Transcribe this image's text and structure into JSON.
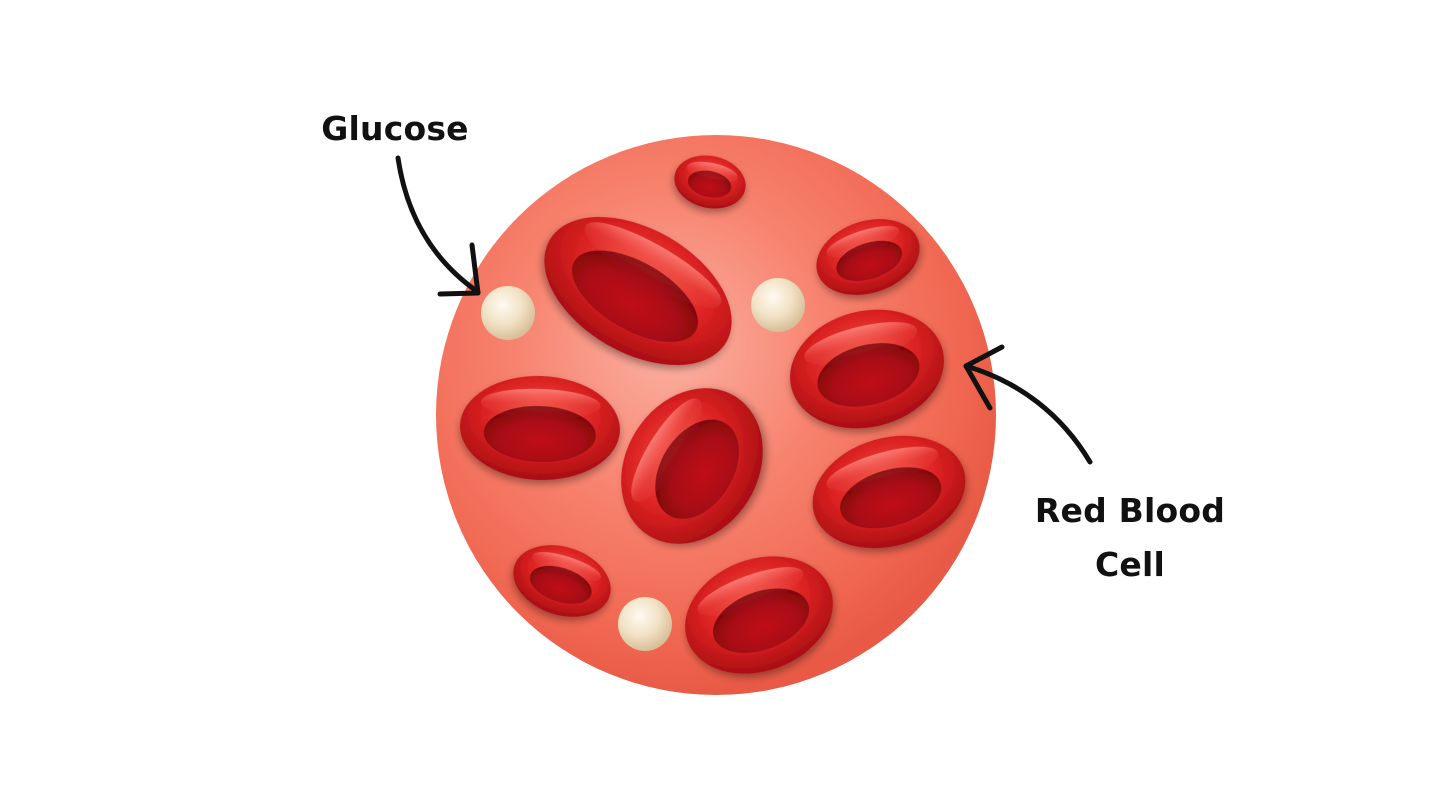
{
  "labels": {
    "glucose": "Glucose",
    "red_blood_cell_line1": "Red Blood",
    "red_blood_cell_line2": "Cell"
  },
  "colors": {
    "background": "#ffffff",
    "plasma": "#f26a55",
    "red_blood_cell": "#d91e1e",
    "glucose": "#eedcbc",
    "arrow": "#111111",
    "text": "#111111"
  }
}
